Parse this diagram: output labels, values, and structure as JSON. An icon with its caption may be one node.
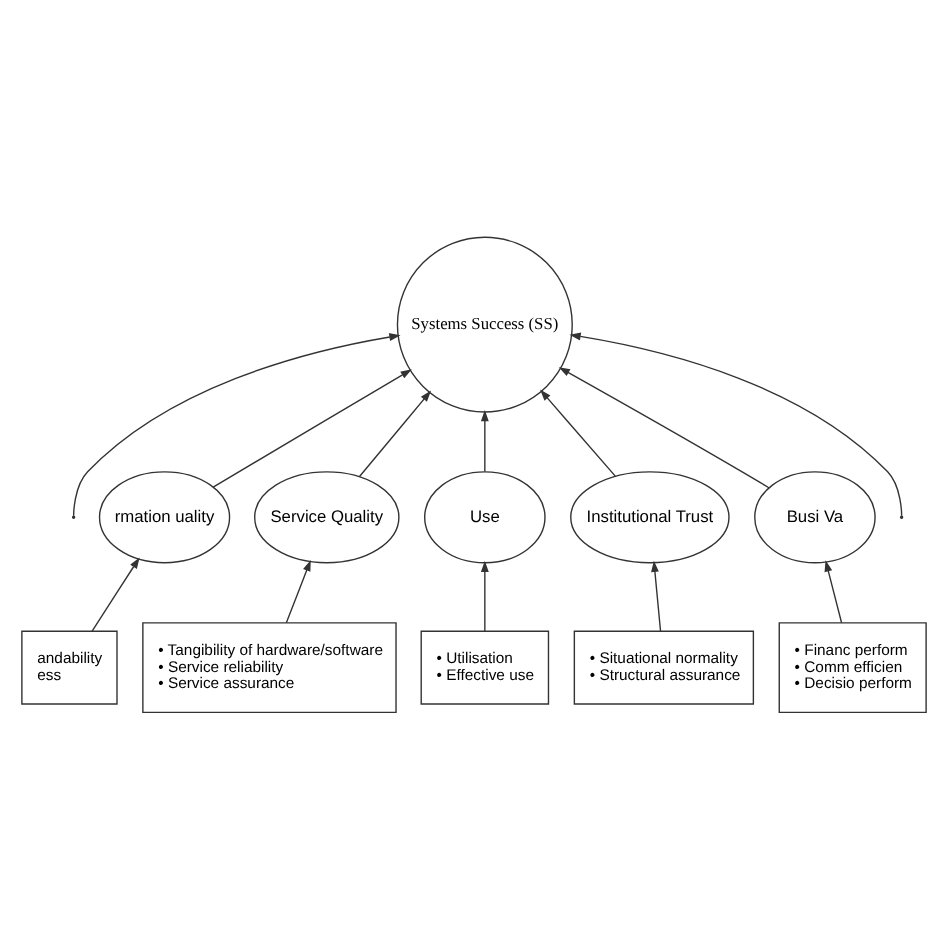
{
  "diagram": {
    "nodes": [
      {
        "text": [
          "Systems Success (SS)"
        ]
      },
      {
        "text": [
          "rmation uality"
        ]
      },
      {
        "text": [
          "Service Quality"
        ]
      },
      {
        "text": [
          "Use"
        ]
      },
      {
        "text": [
          "Institutional Trust"
        ]
      },
      {
        "text": [
          "Busi Va"
        ]
      },
      {
        "text": [
          "andability",
          "ess"
        ]
      },
      {
        "text": [
          "• Tangibility of hardware/software",
          "• Service reliability",
          "• Service assurance"
        ]
      },
      {
        "text": [
          "• Utilisation",
          "• Effective use"
        ]
      },
      {
        "text": [
          "• Situational normality",
          "• Structural assurance"
        ]
      },
      {
        "text": [
          "• Financ perform",
          "• Comm efficien",
          "• Decisio perform"
        ]
      }
    ],
    "edges": [
      {
        "from": null,
        "to": 0,
        "arrow": "to"
      },
      {
        "from": 1,
        "to": 0,
        "arrow": "to"
      },
      {
        "from": 2,
        "to": 0,
        "arrow": "to"
      },
      {
        "from": 3,
        "to": 0,
        "arrow": "to"
      },
      {
        "from": 4,
        "to": 0,
        "arrow": "to"
      },
      {
        "from": 5,
        "to": 0,
        "arrow": "to"
      },
      {
        "from": null,
        "to": 0,
        "arrow": "to"
      },
      {
        "from": 6,
        "to": 1,
        "arrow": "to"
      },
      {
        "from": 7,
        "to": 2,
        "arrow": "to"
      },
      {
        "from": 8,
        "to": 3,
        "arrow": "to"
      },
      {
        "from": 9,
        "to": 4,
        "arrow": "to"
      },
      {
        "from": 10,
        "to": 5,
        "arrow": "to"
      }
    ]
  }
}
